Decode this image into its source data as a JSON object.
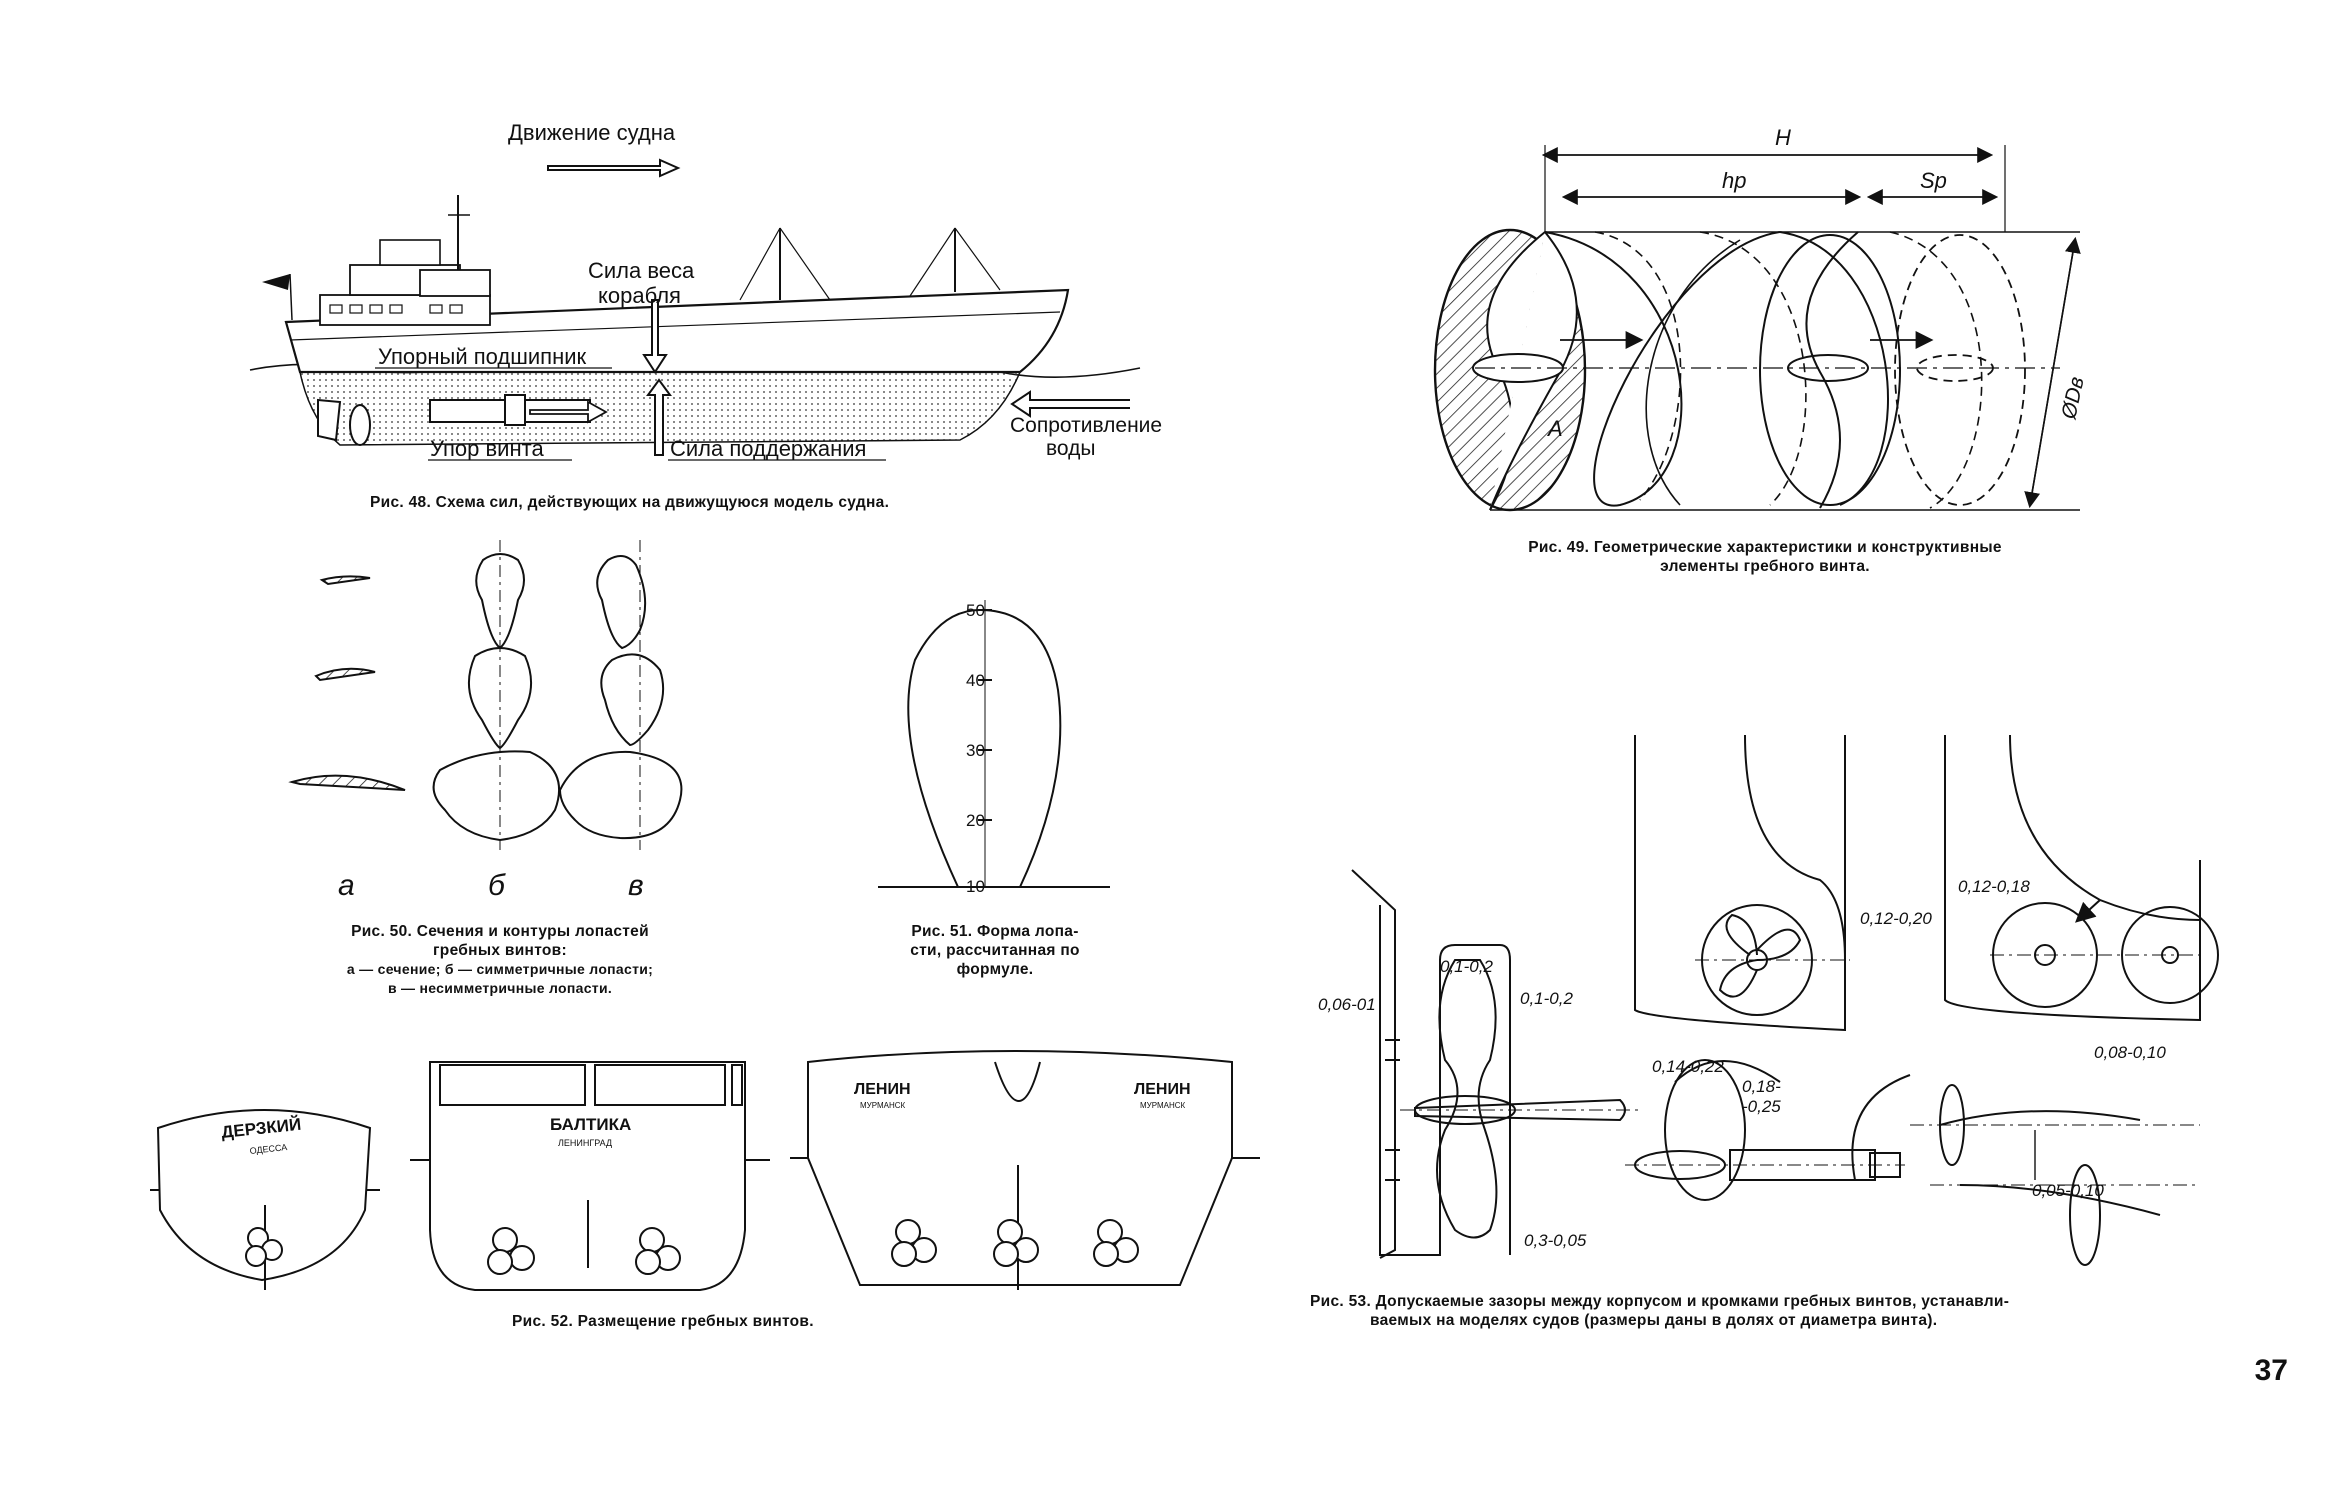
{
  "fig48": {
    "motion": "Движение судна",
    "weight": [
      "Сила веса",
      "корабля"
    ],
    "bearing": "Упорный подшипник",
    "thrust": "Упор винта",
    "support": "Сила поддержания",
    "resistance": [
      "Сопротивление",
      "воды"
    ],
    "caption": "Рис. 48. Схема сил, действующих на движущуюся модель судна."
  },
  "fig49": {
    "H": "H",
    "hp": "hp",
    "Sp": "Sp",
    "D": "ØDв",
    "A": "A",
    "caption": [
      "Рис. 49. Геометрические характеристики и конструктивные",
      "элементы гребного винта."
    ]
  },
  "fig50": {
    "label_a": "а",
    "label_b": "б",
    "label_v": "в",
    "caption": [
      "Рис. 50. Сечения и контуры лопастей",
      "гребных винтов:",
      "а — сечение; б — симметричные лопасти;",
      "в — несимметричные лопасти."
    ]
  },
  "fig51": {
    "ticks": [
      "50",
      "40",
      "30",
      "20",
      "10"
    ],
    "caption": [
      "Рис. 51. Форма лопа-",
      "сти, рассчитанная по",
      "формуле."
    ]
  },
  "fig52": {
    "ship1": "ДЕРЗКИЙ",
    "port1": "ОДЕССА",
    "ship2": "БАЛТИКА",
    "port2": "ЛЕНИНГРАД",
    "ship3": "ЛЕНИН",
    "port3": "МУРМАНСК",
    "caption": "Рис. 52. Размещение гребных винтов."
  },
  "fig53": {
    "d1": "0,06-01",
    "d2": "0,1-0,2",
    "d3": "0,1-0,2",
    "d4": "0,3-0,05",
    "d5": "0,14-0,22",
    "d6": "0,18-",
    "d7": "-0,25",
    "d8": "0,12-0,20",
    "d9": "0,12-0,18",
    "d10": "0,08-0,10",
    "d11": "0,05-0,10",
    "caption": [
      "Рис. 53. Допускаемые зазоры между корпусом и кромками гребных винтов, устанавли-",
      "ваемых на моделях судов (размеры даны в долях от диаметра винта)."
    ]
  },
  "page_number": "37"
}
